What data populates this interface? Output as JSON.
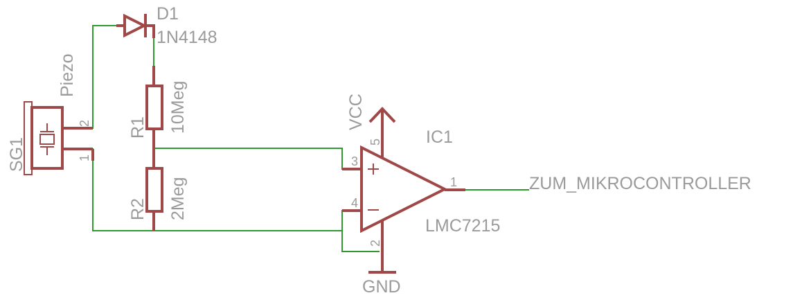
{
  "parts": {
    "sg1": {
      "name": "SG1",
      "value": "Piezo",
      "pin_a": "2",
      "pin_b": "1"
    },
    "d1": {
      "name": "D1",
      "value": "1N4148"
    },
    "r1": {
      "name": "R1",
      "value": "10Meg"
    },
    "r2": {
      "name": "R2",
      "value": "2Meg"
    },
    "ic1": {
      "name": "IC1",
      "value": "LMC7215",
      "pin_noninv": "3",
      "pin_inv": "4",
      "pin_vcc": "5",
      "pin_gnd": "2",
      "pin_out": "1"
    }
  },
  "supplies": {
    "vcc": "VCC",
    "gnd": "GND"
  },
  "net_label": "ZUM_MIKROCONTROLLER",
  "colors": {
    "wire": "#2e9a2e",
    "part": "#a04848",
    "label": "#9a9a9a"
  }
}
